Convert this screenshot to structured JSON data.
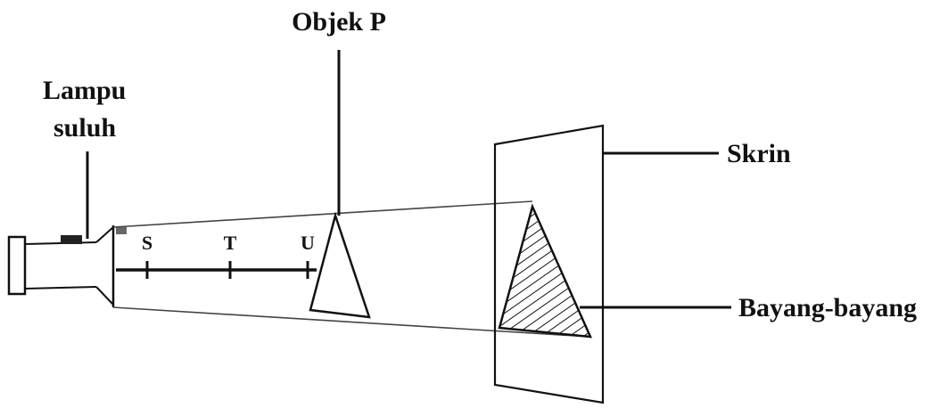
{
  "labels": {
    "object": "Objek P",
    "torch_line1": "Lampu",
    "torch_line2": "suluh",
    "screen": "Skrin",
    "shadow": "Bayang-bayang"
  },
  "scale_marks": [
    "S",
    "T",
    "U"
  ]
}
